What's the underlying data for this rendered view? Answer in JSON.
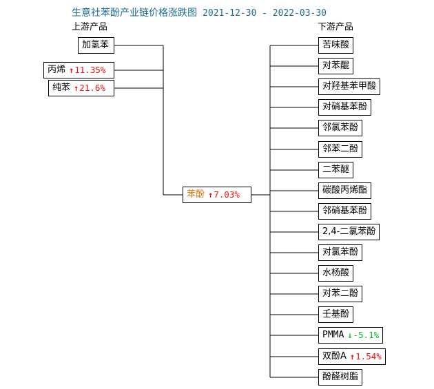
{
  "title": {
    "text": "生意社苯酚产业链价格涨跌图",
    "date_range": "2021-12-30 - 2022-03-30",
    "color": "#1c6b91"
  },
  "headers": {
    "upstream": "上游产品",
    "downstream": "下游产品"
  },
  "colors": {
    "up": "#ee1111",
    "down": "#00bb22",
    "center_label": "#e8730a",
    "box_border": "#000000",
    "background": "#ffffff"
  },
  "center": {
    "name": "苯酚",
    "arrow": "↑",
    "change": "7.03%",
    "direction": "up"
  },
  "upstream": [
    {
      "name": "加氢苯",
      "arrow": "",
      "change": "",
      "direction": "none"
    },
    {
      "name": "丙烯",
      "arrow": "↑",
      "change": "11.35%",
      "direction": "up"
    },
    {
      "name": "纯苯",
      "arrow": "↑",
      "change": "21.6%",
      "direction": "up"
    }
  ],
  "downstream": [
    {
      "name": "苦味酸",
      "arrow": "",
      "change": "",
      "direction": "none"
    },
    {
      "name": "对苯醌",
      "arrow": "",
      "change": "",
      "direction": "none"
    },
    {
      "name": "对羟基苯甲酸",
      "arrow": "",
      "change": "",
      "direction": "none"
    },
    {
      "name": "对硝基苯酚",
      "arrow": "",
      "change": "",
      "direction": "none"
    },
    {
      "name": "邻氯苯酚",
      "arrow": "",
      "change": "",
      "direction": "none"
    },
    {
      "name": "邻苯二酚",
      "arrow": "",
      "change": "",
      "direction": "none"
    },
    {
      "name": "二苯醚",
      "arrow": "",
      "change": "",
      "direction": "none"
    },
    {
      "name": "碳酸丙烯酯",
      "arrow": "",
      "change": "",
      "direction": "none"
    },
    {
      "name": "邻硝基苯酚",
      "arrow": "",
      "change": "",
      "direction": "none"
    },
    {
      "name": "2,4-二氯苯酚",
      "arrow": "",
      "change": "",
      "direction": "none"
    },
    {
      "name": "对氯苯酚",
      "arrow": "",
      "change": "",
      "direction": "none"
    },
    {
      "name": "水杨酸",
      "arrow": "",
      "change": "",
      "direction": "none"
    },
    {
      "name": "对苯二酚",
      "arrow": "",
      "change": "",
      "direction": "none"
    },
    {
      "name": "壬基酚",
      "arrow": "",
      "change": "",
      "direction": "none"
    },
    {
      "name": "PMMA",
      "arrow": "↓",
      "change": "-5.1%",
      "direction": "down"
    },
    {
      "name": "双酚A",
      "arrow": "↑",
      "change": "1.54%",
      "direction": "up"
    },
    {
      "name": "酚醛树脂",
      "arrow": "",
      "change": "",
      "direction": "none"
    }
  ],
  "chart_data": {
    "type": "diagram",
    "title": "生意社苯酚产业链价格涨跌图 2021-12-30 - 2022-03-30",
    "center_node": {
      "label": "苯酚",
      "value_pct": 7.03
    },
    "upstream_nodes": [
      {
        "label": "加氢苯",
        "value_pct": null
      },
      {
        "label": "丙烯",
        "value_pct": 11.35
      },
      {
        "label": "纯苯",
        "value_pct": 21.6
      }
    ],
    "downstream_nodes": [
      {
        "label": "苦味酸",
        "value_pct": null
      },
      {
        "label": "对苯醌",
        "value_pct": null
      },
      {
        "label": "对羟基苯甲酸",
        "value_pct": null
      },
      {
        "label": "对硝基苯酚",
        "value_pct": null
      },
      {
        "label": "邻氯苯酚",
        "value_pct": null
      },
      {
        "label": "邻苯二酚",
        "value_pct": null
      },
      {
        "label": "二苯醚",
        "value_pct": null
      },
      {
        "label": "碳酸丙烯酯",
        "value_pct": null
      },
      {
        "label": "邻硝基苯酚",
        "value_pct": null
      },
      {
        "label": "2,4-二氯苯酚",
        "value_pct": null
      },
      {
        "label": "对氯苯酚",
        "value_pct": null
      },
      {
        "label": "水杨酸",
        "value_pct": null
      },
      {
        "label": "对苯二酚",
        "value_pct": null
      },
      {
        "label": "壬基酚",
        "value_pct": null
      },
      {
        "label": "PMMA",
        "value_pct": -5.1
      },
      {
        "label": "双酚A",
        "value_pct": 1.54
      },
      {
        "label": "酚醛树脂",
        "value_pct": null
      }
    ]
  }
}
